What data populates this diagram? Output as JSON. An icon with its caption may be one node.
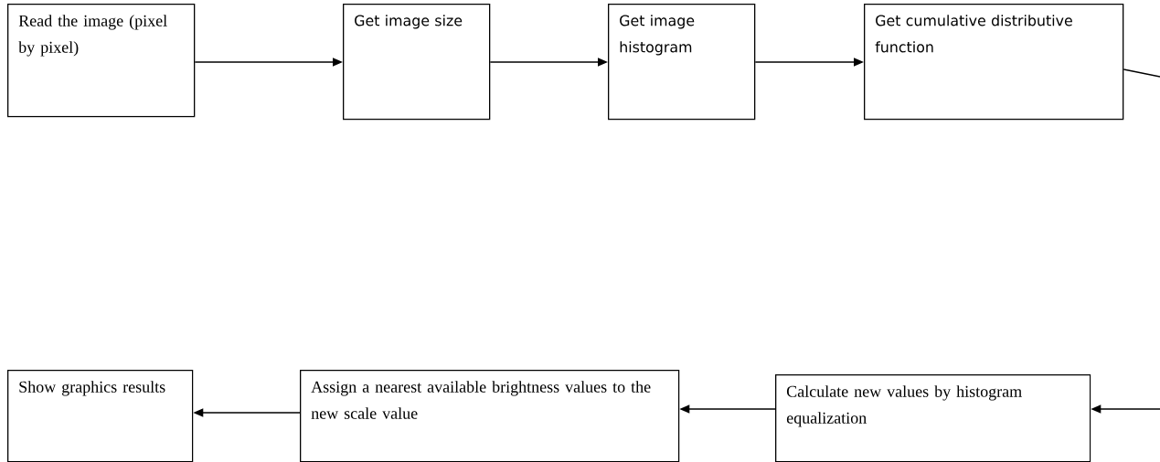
{
  "diagram": {
    "nodes": [
      {
        "text": [
          "Read the image (pixel by pixel)"
        ]
      },
      {
        "text": [
          "Get image size"
        ]
      },
      {
        "text": [
          "Get image histogram"
        ]
      },
      {
        "text": [
          "Get cumulative distributive function"
        ]
      },
      {
        "text": [
          "Calculate new values  by histogram  equalization"
        ]
      },
      {
        "text": [
          "Assign a nearest available brightness values to   the new scale value"
        ]
      },
      {
        "text": [
          "Show graphics results"
        ]
      }
    ],
    "edges": [
      {
        "from": 0,
        "to": 1,
        "arrow": "to"
      },
      {
        "from": 1,
        "to": 2,
        "arrow": "to"
      },
      {
        "from": 2,
        "to": 3,
        "arrow": "to"
      },
      {
        "from": 3,
        "to": null,
        "arrow": "none"
      },
      {
        "from": null,
        "to": 4,
        "arrow": "to"
      },
      {
        "from": 4,
        "to": 5,
        "arrow": "to"
      },
      {
        "from": 5,
        "to": 6,
        "arrow": "to"
      }
    ]
  }
}
